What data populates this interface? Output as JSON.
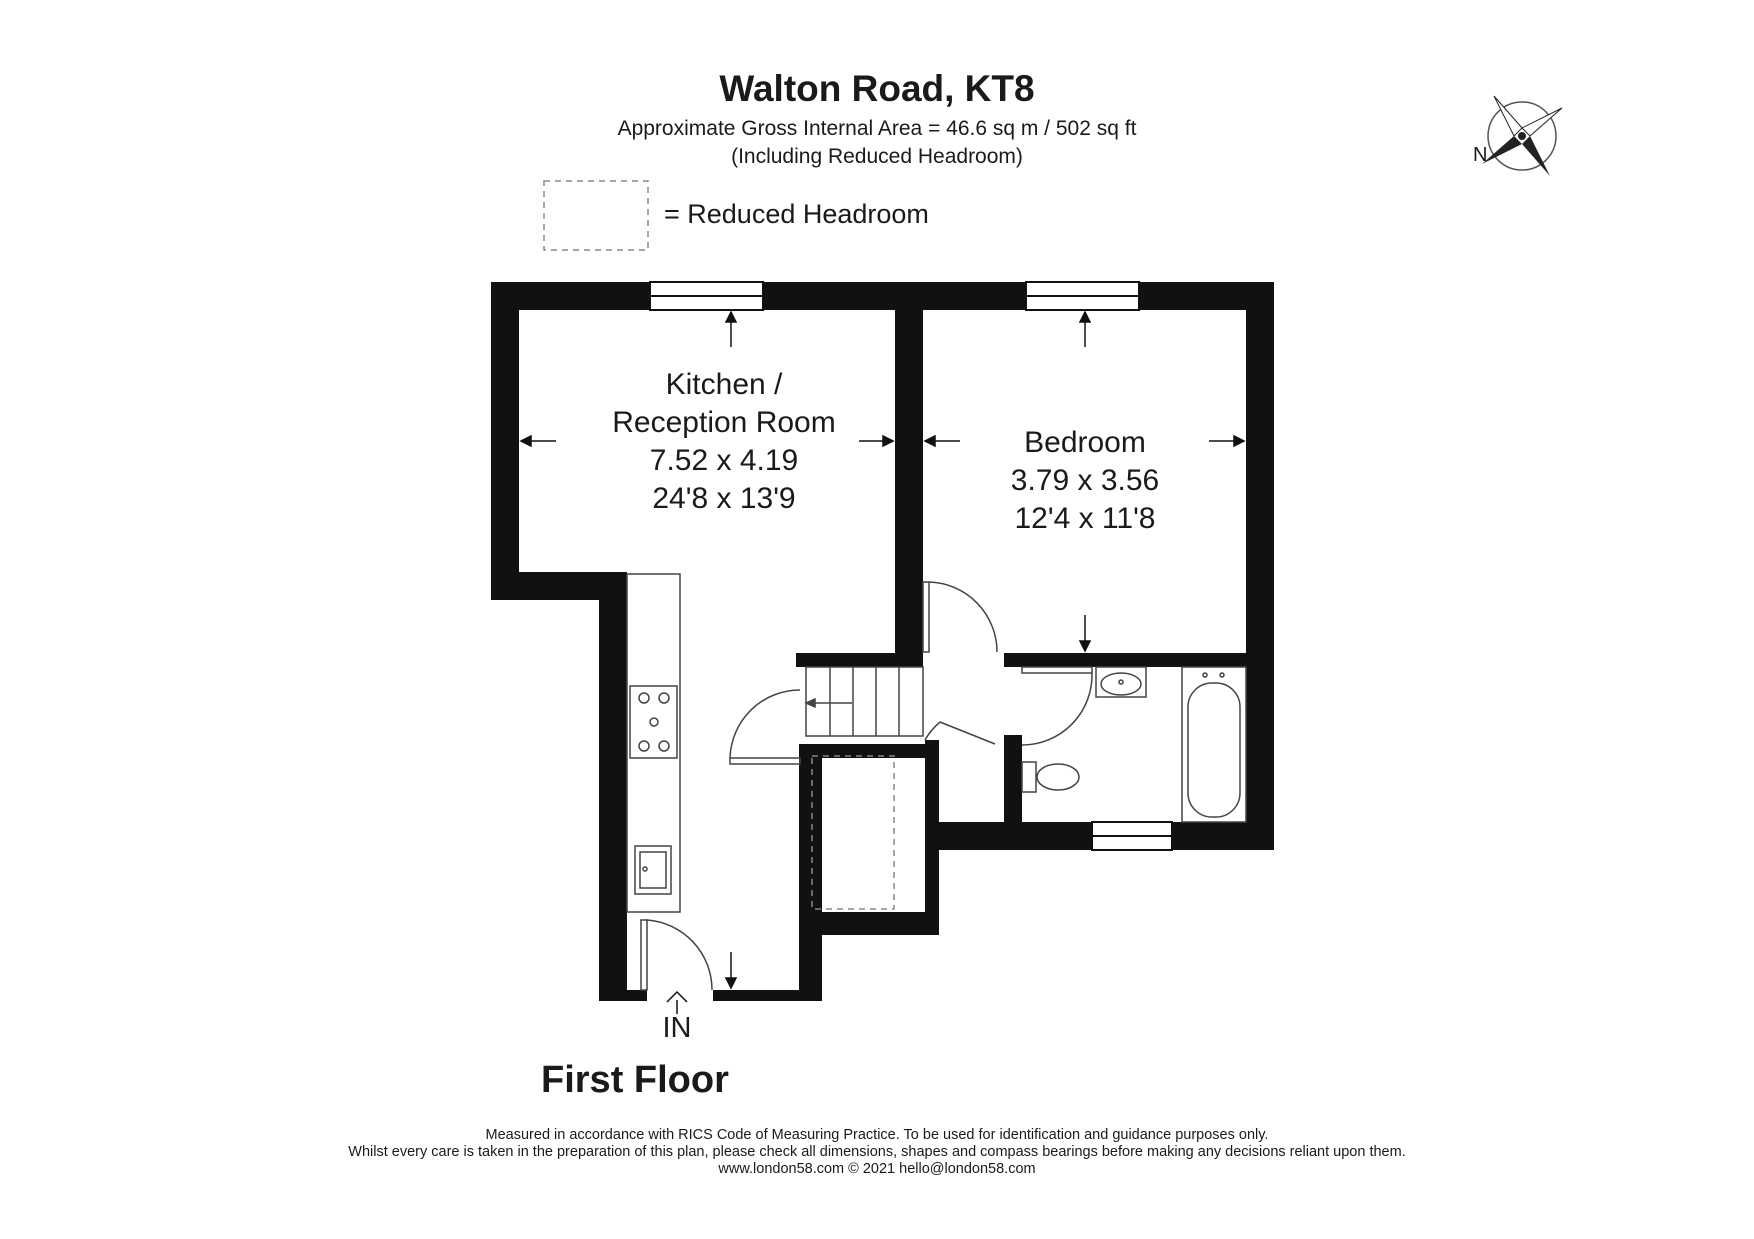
{
  "title": "Walton Road, KT8",
  "area_line": "Approximate Gross Internal Area = 46.6 sq m / 502 sq ft",
  "headroom_note": "(Including Reduced Headroom)",
  "legend": {
    "label": "= Reduced Headroom"
  },
  "compass": {
    "north_label": "N"
  },
  "rooms": {
    "kitchen": {
      "name_line1": "Kitchen /",
      "name_line2": "Reception Room",
      "metric": "7.52 x 4.19",
      "imperial": "24'8 x 13'9"
    },
    "bedroom": {
      "name": "Bedroom",
      "metric": "3.79 x 3.56",
      "imperial": "12'4 x 11'8"
    }
  },
  "entrance_label": "IN",
  "floor_name": "First Floor",
  "footer": {
    "line1": "Measured in accordance with RICS Code of Measuring Practice. To be used for identification and guidance purposes only.",
    "line2": "Whilst every care is taken in the preparation of this plan, please check all dimensions, shapes and compass bearings before making any decisions reliant upon them.",
    "line3": "www.london58.com © 2021 hello@london58.com"
  },
  "colors": {
    "wall": "#111111",
    "ink": "#1a1a1a",
    "fixture": "#444444"
  }
}
